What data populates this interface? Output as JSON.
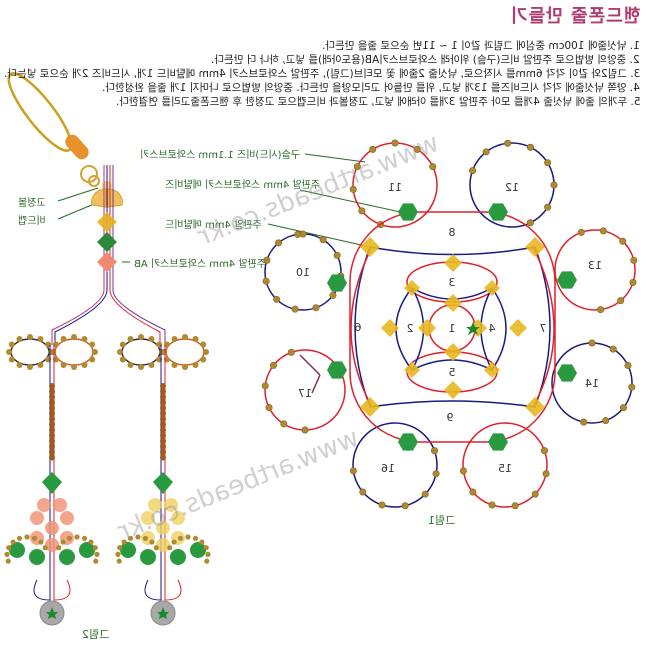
{
  "title": "핸드폰줄 만들기",
  "instructions": [
    "1. 낚싯줄에 100cm 중심에 그림과 같이 1 ~ 11번 순으로 줄을 만든다.",
    "2. 중앙의 방법으로 주판알 비드(구슬) 위아래 스와로브스키AB(용도아래)를 넣고, 하나 더 만든다.",
    "3. 그림2와 같이 각각 6mm를 시작으로, 낚싯줄 2줄에 꽃 모티브(그림), 주판알 스와로브스키 4mm 메탈비드 1개, 시드비즈 2개 순으로 넣는다.",
    "4. 양쪽 낚싯줄에 각각 시드비즈를 13개 넣고, 위를 만들어 고리모양을 만든다. 중앙의 방법으로 나머지 1개 줄을 완성한다.",
    "5. 두개의 줄에 낚싯줄 4개를 모아 주판알 3개를 아래에 넣고, 고정볼과 비드캡으로 고정한 후 핸드폰줄고리를 연결한다."
  ],
  "labels": {
    "fixing_ball": "고정볼",
    "bead_cap": "비드캡",
    "swarovski_ab": "주판알 4mm 스와로브스키 AB",
    "seed_beads": "구슬(시드)비즈 1.1mm 스와로브스키",
    "swarovski_metal": "주판알 4mm 스와로브스키 메탈비즈",
    "metal_bead": "주판알 4mm 메탈비드"
  },
  "figure1_label": "그림1",
  "figure2_label": "그림2",
  "watermark": "www.artbeads.co.kr",
  "step_numbers": [
    "1",
    "2",
    "3",
    "4",
    "5",
    "6",
    "7",
    "8",
    "9",
    "10",
    "11",
    "12",
    "13",
    "14",
    "15",
    "16",
    "17"
  ],
  "colors": {
    "red": "#e0202a",
    "blue": "#1a1a80",
    "gold": "#e8b820",
    "green": "#2a9a40",
    "bead": "#b08a30",
    "title": "#b03a72"
  }
}
